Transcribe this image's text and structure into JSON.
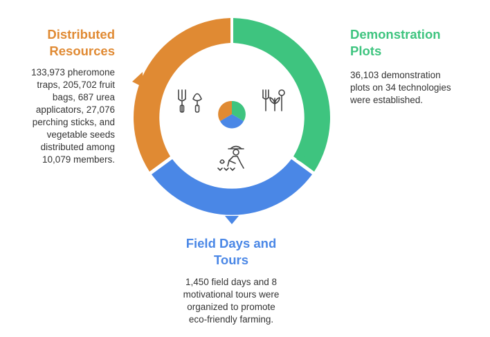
{
  "segments": [
    {
      "id": "distributed",
      "title_line1": "Distributed",
      "title_line2": "Resources",
      "description": [
        "133,973 pheromone",
        "traps, 205,702 fruit",
        "bags, 687 urea",
        "applicators, 27,076",
        "perching sticks, and",
        "vegetable seeds",
        "distributed among",
        "10,079 members."
      ],
      "color": "#E08A33",
      "icon": "gardening-tools-icon"
    },
    {
      "id": "demonstration",
      "title_line1": "Demonstration",
      "title_line2": "Plots",
      "description": [
        "36,103 demonstration",
        "plots on 34 technologies",
        "were established."
      ],
      "color": "#3EC47F",
      "icon": "plant-tools-icon"
    },
    {
      "id": "field",
      "title_line1": "Field Days and",
      "title_line2": "Tours",
      "description": [
        "1,450 field days and 8",
        "motivational tours were",
        "organized to promote",
        "eco-friendly farming."
      ],
      "color": "#4A87E6",
      "icon": "farmer-planting-icon"
    }
  ]
}
